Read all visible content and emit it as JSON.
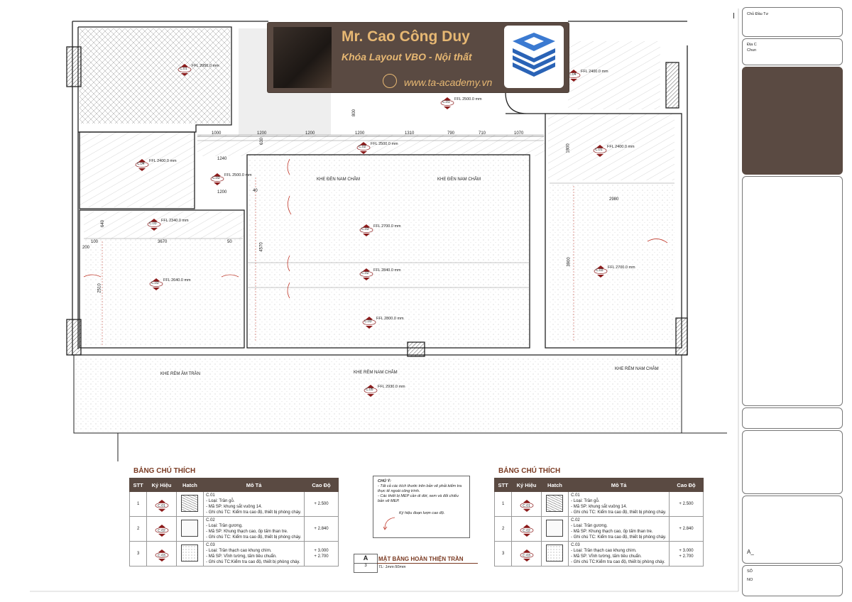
{
  "banner": {
    "name": "Mr. Cao Công Duy",
    "course": "Khóa Layout VBO - Nội thất",
    "website": "www.ta-academy.vn"
  },
  "plan": {
    "dimensions_top": [
      "1000",
      "1200",
      "1200",
      "1200",
      "1310",
      "790",
      "710",
      "1070"
    ],
    "dims_other": [
      "1240",
      "40",
      "1200",
      "3670",
      "4570",
      "2510",
      "2980",
      "3900",
      "1800",
      "630",
      "800",
      "640",
      "50",
      "100",
      "200"
    ],
    "ceiling_tags": [
      {
        "code": "C.01",
        "ffl": "FFL 2950.0 mm"
      },
      {
        "code": "C.04",
        "ffl": "FFL 2400.0 mm"
      },
      {
        "code": "C.01",
        "ffl": "FFL 2500.0 mm"
      },
      {
        "code": "C.02",
        "ffl": "FFL 2500.0 mm"
      },
      {
        "code": "C.04",
        "ffl": "FFL 2400.0 mm"
      },
      {
        "code": "C.03",
        "ffl": "FFL 2500.0 mm"
      },
      {
        "code": "C.03",
        "ffl": "FFL 2340.0 mm"
      },
      {
        "code": "C.03",
        "ffl": "FFL 2700.0 mm"
      },
      {
        "code": "C.02",
        "ffl": "FFL 2840.0 mm"
      },
      {
        "code": "C.03",
        "ffl": "FFL 2640.0 mm"
      },
      {
        "code": "C.03",
        "ffl": "FFL 2800.0 mm"
      },
      {
        "code": "C.03",
        "ffl": "FFL 2700.0 mm"
      },
      {
        "code": "C.01",
        "ffl": "FFL 2400.0 mm"
      },
      {
        "code": "C.05",
        "ffl": "FFL 2930.0 mm"
      }
    ],
    "callouts": [
      "KHE ĐÈN NAM CHÂM",
      "KHE ĐÈN NAM CHÂM",
      "KHE RÈM ÂM TRẦN",
      "KHE RÈM NAM CHÂM",
      "KHE RÈM NAM CHÂM"
    ]
  },
  "legend": {
    "title": "BẢNG CHÚ THÍCH",
    "headers": [
      "STT",
      "Ký Hiệu",
      "Hatch",
      "Mô Tả",
      "Cao Độ"
    ],
    "rows": [
      {
        "stt": "1",
        "code": "C.01",
        "desc": [
          "C.01",
          "- Loại: Trần gỗ.",
          "- Mã SP: khung sắt vuông 14.",
          "- Ghi chú TC: Kiểm tra cao độ, thiết bị phòng cháy."
        ],
        "height": "+ 2.500",
        "hatch": "wood"
      },
      {
        "stt": "2",
        "code": "C.02",
        "desc": [
          "C.02",
          "- Loại: Trần gương.",
          "- Mã SP: Khung thạch cao, ốp tấm than tre.",
          "- Ghi chú TC: Kiểm tra cao độ, thiết bị phòng cháy."
        ],
        "height": "+ 2.840",
        "hatch": "plain"
      },
      {
        "stt": "3",
        "code": "C.03",
        "desc": [
          "C.03",
          "- Loại: Trần thạch cao khung chìm.",
          "- Mã SP: Vĩnh tường, tấm tiêu chuẩn.",
          "- Ghi chú TC:Kiểm tra cao độ, thiết bị phòng cháy."
        ],
        "height": "+ 3.000\n+ 2.700",
        "hatch": "dots"
      }
    ]
  },
  "note": {
    "title": "CHÚ Ý:",
    "lines": [
      "- Tất cả các kích thước trên bản vẽ phải kiểm tra thực tế ngoài công trình.",
      "- Các thiết bị MEP cần di dời, xem và đối chiếu bản vẽ MEP."
    ],
    "symbol_label": "Ký hiệu đoạn lượn cao độ."
  },
  "drawing_title": {
    "letter": "A",
    "number": "3",
    "title": "MẶT BẰNG HOÀN THIỆN TRẦN",
    "scale": "TL: 1mm:50mm"
  },
  "sidebar": {
    "owner_label": "Chủ Đầu Tư",
    "addr_label": "Địa C",
    "addr2": "Chun",
    "code_label": "A_",
    "so_label": "SỐ",
    "no_label": "NO"
  },
  "colors": {
    "banner_bg": "#5a4a42",
    "banner_text": "#e7b873",
    "tag_red": "#8b1a1a",
    "wall": "#222"
  }
}
